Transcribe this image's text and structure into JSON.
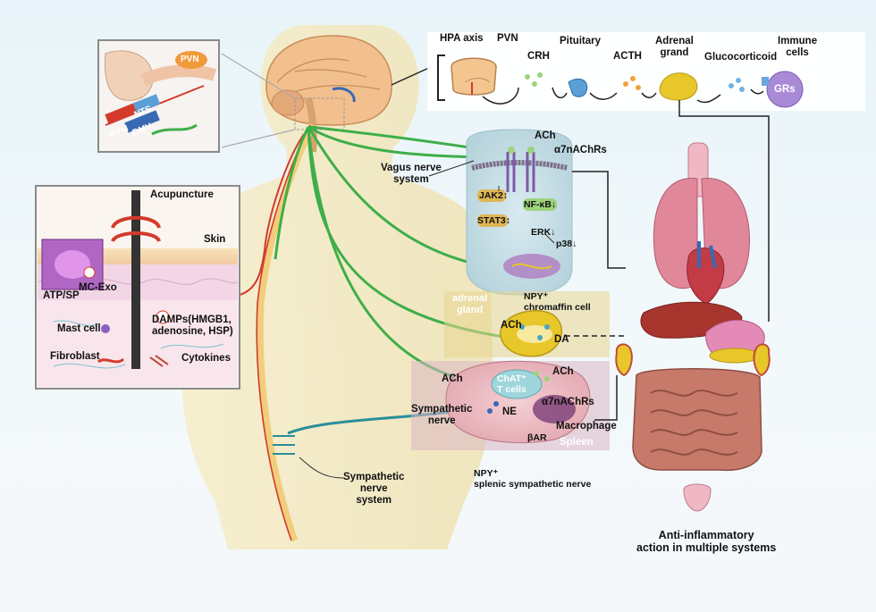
{
  "hpa": {
    "hpa_axis": "HPA axis",
    "pvn": "PVN",
    "crh": "CRH",
    "pituitary": "Pituitary",
    "acth": "ACTH",
    "adrenal_grand_1": "Adrenal",
    "adrenal_grand_2": "grand",
    "glucocorticoid": "Glucocorticoid",
    "immune_cells_1": "Immune",
    "immune_cells_2": "cells",
    "grs": "GRs"
  },
  "brain_inset": {
    "pvn": "PVN",
    "rvm": "RVM",
    "nts": "NTS",
    "dmv": "DMV"
  },
  "vagus": {
    "label_1": "Vagus nerve",
    "label_2": "system"
  },
  "cell_signaling": {
    "ach": "ACh",
    "receptor": "α7nAChRs",
    "jak2": "JAK2↕",
    "nfkb": "NF-κB↓",
    "stat3": "STAT3↕",
    "erk": "ERK↓",
    "p38": "p38↓"
  },
  "skin_panel": {
    "acupuncture": "Acupuncture",
    "skin": "Skin",
    "mc_exo": "MC-Exo",
    "atp_sp": "ATP/SP",
    "mast_cell": "Mast cell",
    "damps_1": "DAMPs(HMGB1,",
    "damps_2": "adenosine, HSP)",
    "fibroblast": "Fibroblast",
    "cytokines": "Cytokines"
  },
  "adrenal": {
    "region_1": "adrenal",
    "region_2": "gland",
    "npy_1": "NPY⁺",
    "npy_2": "chromaffin cell",
    "ach": "ACh",
    "da": "DA"
  },
  "spleen": {
    "ach_left": "ACh",
    "chat_1": "ChAT⁺",
    "chat_2": "T cells",
    "ach_right": "ACh",
    "sympathetic_1": "Sympathetic",
    "sympathetic_2": "nerve",
    "ne": "NE",
    "receptor": "α7nAChRs",
    "macrophage": "Macrophage",
    "bar": "βAR",
    "spleen": "Spleen"
  },
  "sympathetic_system": {
    "line1": "Sympathetic",
    "line2": "nerve",
    "line3": "system"
  },
  "splenic_nerve": {
    "line1": "NPY⁺",
    "line2": "splenic sympathetic nerve"
  },
  "organs_caption": {
    "line1": "Anti-inflammatory",
    "line2": "action in multiple systems"
  },
  "colors": {
    "vagus_green": "#3fae49",
    "sympathetic_teal": "#2a8e99",
    "nerve_red": "#d33a2c",
    "body_beige": "#f3e6b8",
    "adrenal_yellow": "#e8c72a",
    "spleen_pink": "#d9b6c4"
  }
}
